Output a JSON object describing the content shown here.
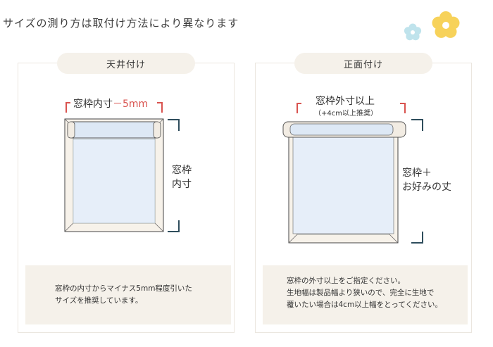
{
  "heading": "サイズの測り方は取付け方法により異なります",
  "colors": {
    "accent_red": "#d9534f",
    "bracket_teal": "#2e4d5c",
    "pill_bg": "#f5f1ea",
    "flower_yellow": "#f7d25a",
    "flower_blue": "#bfe3ec"
  },
  "left": {
    "title": "天井付け",
    "width_label": "窓枠内寸",
    "width_adjust": "－5mm",
    "height_label_line1": "窓枠",
    "height_label_line2": "内寸",
    "note_line1": "窓枠の内寸からマイナス5mm程度引いた",
    "note_line2": "サイズを推奨しています。"
  },
  "right": {
    "title": "正面付け",
    "width_label": "窓枠外寸以上",
    "width_sub": "（+4cm以上推奨）",
    "height_label_line1": "窓枠＋",
    "height_label_line2": "お好みの丈",
    "note_line1": "窓枠の外寸以上をご指定ください。",
    "note_line2": "生地幅は製品幅より狭いので、完全に生地で",
    "note_line3": "覆いたい場合は4cm以上幅をとってください。"
  }
}
